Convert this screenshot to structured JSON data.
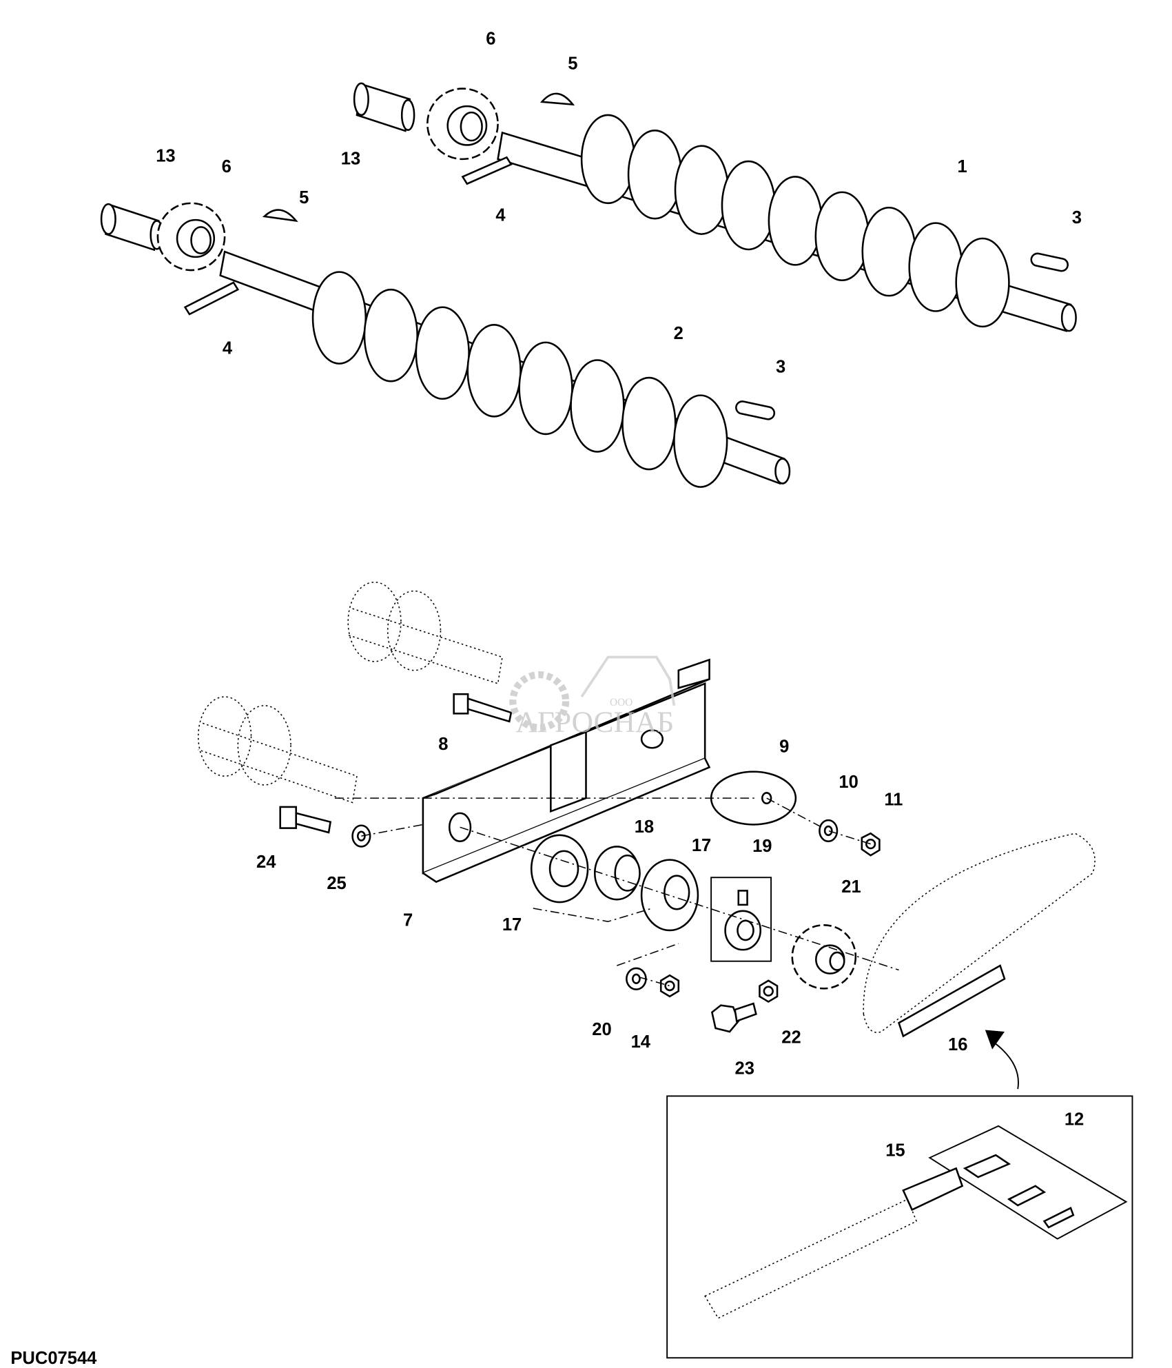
{
  "diagram": {
    "code": "PUC07544",
    "watermark": {
      "line1": "ООО",
      "line2": "АГРОСНАБ"
    },
    "callouts": [
      "6",
      "5",
      "13",
      "4",
      "1",
      "3",
      "13",
      "6",
      "5",
      "4",
      "2",
      "3",
      "8",
      "9",
      "10",
      "11",
      "24",
      "25",
      "7",
      "17",
      "18",
      "17",
      "19",
      "21",
      "20",
      "14",
      "23",
      "22",
      "16",
      "12",
      "15"
    ]
  }
}
